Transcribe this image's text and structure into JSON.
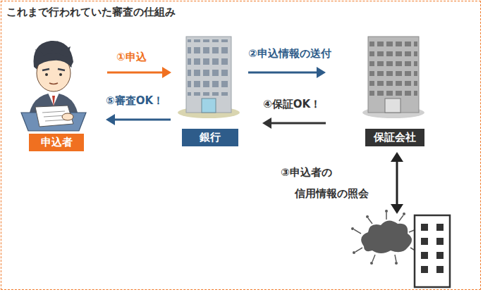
{
  "diagram": {
    "title": "これまで行われていた審査の仕組み",
    "nodes": [
      {
        "text": [
          "申込者"
        ]
      },
      {
        "text": [
          "銀行"
        ]
      },
      {
        "text": [
          "保証会社"
        ]
      }
    ],
    "edges": [
      {
        "from": 0,
        "to": 1,
        "label": "①申込",
        "arrow": "to"
      },
      {
        "from": 1,
        "to": 2,
        "label": "②申込情報の送付",
        "arrow": "to"
      },
      {
        "from": 2,
        "to": 1,
        "label": "④保証OK！",
        "arrow": "to"
      },
      {
        "from": 1,
        "to": 0,
        "label": "⑤審査OK！",
        "arrow": "to"
      }
    ],
    "labels": [
      "③申込者の 信用情報の照会"
    ]
  }
}
